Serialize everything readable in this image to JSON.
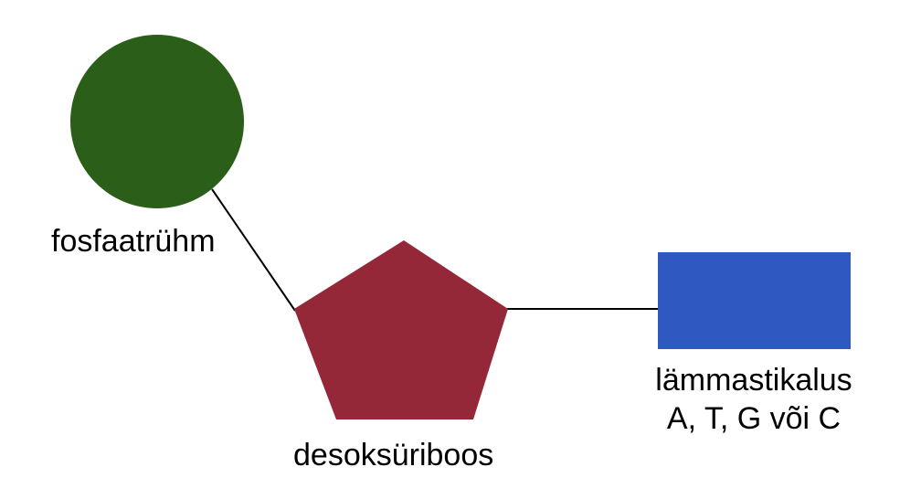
{
  "nodes": {
    "phosphate": {
      "label": "fosfaatrühm",
      "color": "#2b5e19",
      "shape": "circle"
    },
    "sugar": {
      "label": "desoksüriboos",
      "color": "#942839",
      "shape": "pentagon"
    },
    "base": {
      "label_line1": "lämmastikalus",
      "label_line2": "A, T, G või C",
      "color": "#2f58c1",
      "shape": "rectangle"
    }
  },
  "edges": [
    {
      "from": "phosphate",
      "to": "sugar"
    },
    {
      "from": "sugar",
      "to": "base"
    }
  ]
}
